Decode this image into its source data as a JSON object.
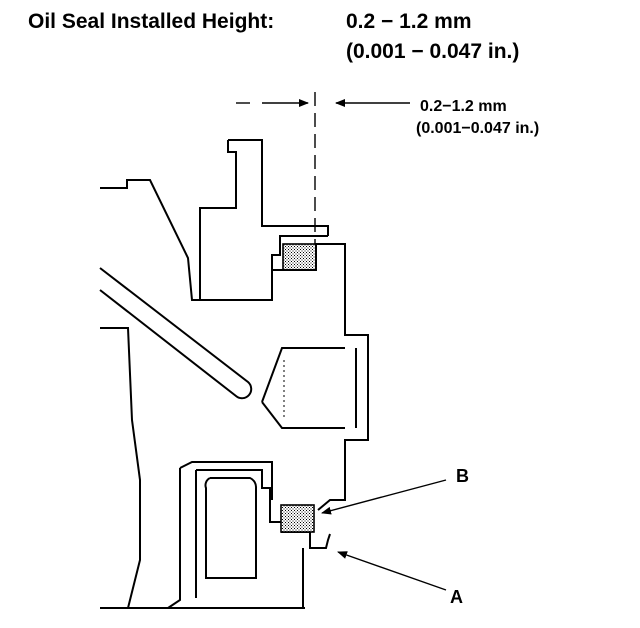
{
  "heading": {
    "label": "Oil Seal Installed Height:",
    "metric": "0.2 − 1.2 mm",
    "imperial": "(0.001 − 0.047 in.)"
  },
  "callout": {
    "metric": "0.2−1.2 mm",
    "imperial": "(0.001−0.047 in.)"
  },
  "labels": {
    "a": "A",
    "b": "B"
  }
}
